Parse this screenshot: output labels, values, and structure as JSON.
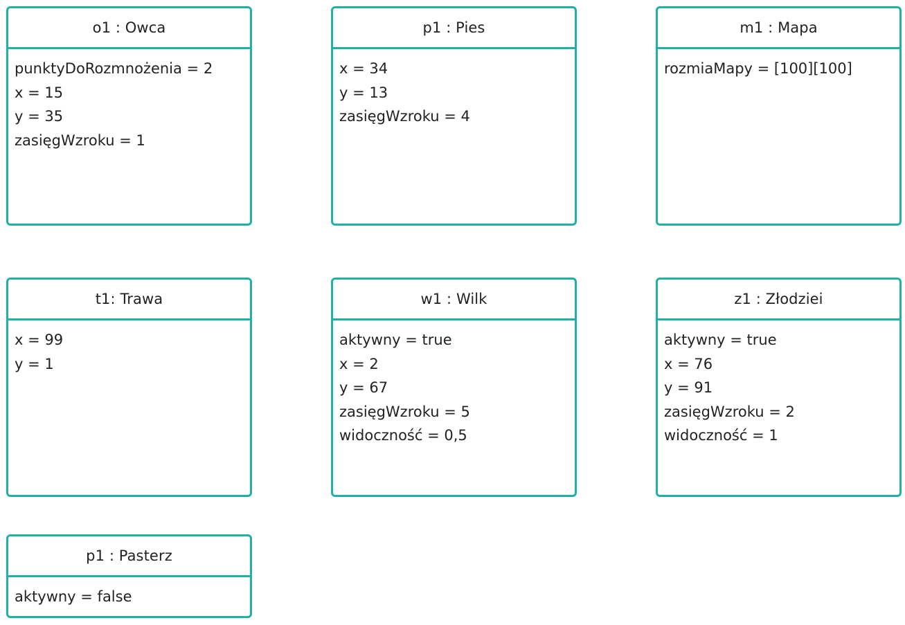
{
  "objects": {
    "owca": {
      "title": "o1 : Owca",
      "attributes": [
        "punktyDoRozmnożenia = 2",
        "x = 15",
        "y = 35",
        "zasięgWzroku = 1"
      ]
    },
    "pies": {
      "title": "p1 : Pies",
      "attributes": [
        "x = 34",
        "y = 13",
        "zasięgWzroku = 4"
      ]
    },
    "mapa": {
      "title": "m1 : Mapa",
      "attributes": [
        "rozmiaMapy = [100][100]"
      ]
    },
    "trawa": {
      "title": "t1: Trawa",
      "attributes": [
        "x = 99",
        "y = 1"
      ]
    },
    "wilk": {
      "title": "w1 : Wilk",
      "attributes": [
        "aktywny = true",
        "x = 2",
        "y = 67",
        "zasięgWzroku = 5",
        "widoczność = 0,5"
      ]
    },
    "zlodziei": {
      "title": "z1 : Złodziei",
      "attributes": [
        "aktywny = true",
        "x = 76",
        "y = 91",
        "zasięgWzroku = 2",
        "widoczność = 1"
      ]
    },
    "pasterz": {
      "title": "p1 : Pasterz",
      "attributes": [
        "aktywny = false"
      ]
    }
  },
  "colors": {
    "border": "#1fb0a6",
    "text": "#222222",
    "background": "#ffffff"
  }
}
